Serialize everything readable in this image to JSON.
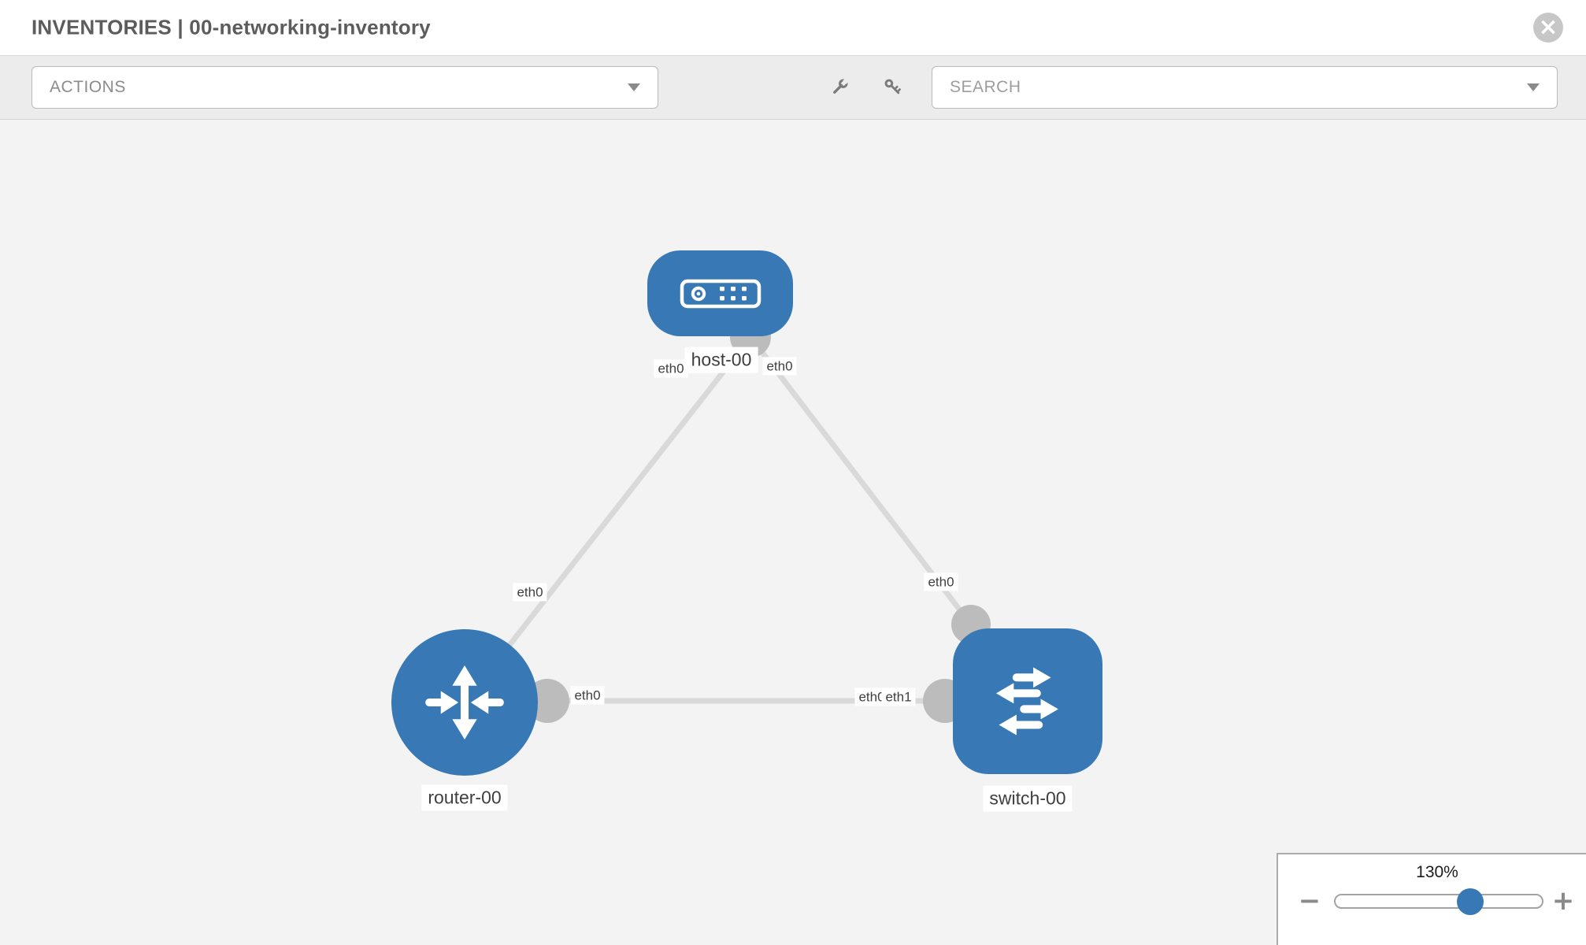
{
  "header": {
    "title": "INVENTORIES | 00-networking-inventory",
    "close_glyph": "×"
  },
  "toolbar": {
    "actions_label": "ACTIONS",
    "search_label": "SEARCH"
  },
  "icons": {
    "close": "circle-x",
    "actions_caret": "chevron-down",
    "search_caret": "chevron-down",
    "wrench": "wrench",
    "key": "key",
    "host": "server",
    "router": "route-arrows",
    "switch": "switch-arrows"
  },
  "colors": {
    "node_blue": "#3879b5",
    "link_gray": "#d9d9d9",
    "connector_gray": "#bcbcbc",
    "canvas_bg": "#f3f3f4",
    "toolbar_bg": "#ececec"
  },
  "graph": {
    "nodes": [
      {
        "id": "host-00",
        "type": "host",
        "label": "host-00"
      },
      {
        "id": "router-00",
        "type": "router",
        "label": "router-00"
      },
      {
        "id": "switch-00",
        "type": "switch",
        "label": "switch-00"
      }
    ],
    "links": [
      {
        "from": "router-00",
        "to": "host-00",
        "from_iface": "eth0",
        "to_iface": "eth0"
      },
      {
        "from": "switch-00",
        "to": "host-00",
        "from_iface": "eth0",
        "to_iface": "eth0"
      },
      {
        "from": "router-00",
        "to": "switch-00",
        "from_iface": "eth0",
        "to_iface": "eth1"
      }
    ],
    "iface_chips": {
      "host_left": "eth0",
      "host_right": "eth0",
      "router_uplink": "eth0",
      "switch_uplink": "eth0",
      "router_lan": "eth0",
      "switch_lan_back": "eth0",
      "switch_lan_front": "eth1"
    }
  },
  "zoom_control": {
    "value": "130%",
    "minus_glyph": "−",
    "plus_glyph": "+"
  }
}
